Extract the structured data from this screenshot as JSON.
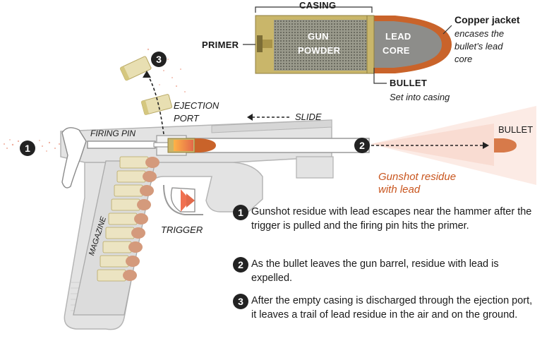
{
  "labels": {
    "casing": "CASING",
    "primer": "PRIMER",
    "gun_powder_1": "GUN",
    "gun_powder_2": "POWDER",
    "lead_core_1": "LEAD",
    "lead_core_2": "CORE",
    "copper_jacket": "Copper jacket",
    "copper_jacket_desc_1": "encases the",
    "copper_jacket_desc_2": "bullet’s lead",
    "copper_jacket_desc_3": "core",
    "bullet_label": "BULLET",
    "bullet_desc": "Set into casing",
    "ejection_port_1": "EJECTION",
    "ejection_port_2": "PORT",
    "slide": "SLIDE",
    "firing_pin": "FIRING PIN",
    "bullet_right": "BULLET",
    "gsr_1": "Gunshot residue",
    "gsr_2": "with lead",
    "trigger": "TRIGGER",
    "magazine": "MAGAZINE"
  },
  "markers": [
    "1",
    "2",
    "3"
  ],
  "steps": [
    {
      "number": "1",
      "text": "Gunshot residue with lead escapes near the hammer after the trigger is pulled and the firing pin hits the primer."
    },
    {
      "number": "2",
      "text": "As the bullet leaves the gun barrel, residue with lead is expelled."
    },
    {
      "number": "3",
      "text": "After the empty casing is discharged through the ejection port, it leaves a trail of lead residue in the air and on the ground."
    }
  ],
  "colors": {
    "casing": "#c9b66a",
    "powder": "#8a8a7a",
    "lead": "#8d8d8a",
    "copper": "#c9632a",
    "gun_body": "#e3e3e3",
    "gun_outline": "#b5b5b5",
    "residue": "#e2694a",
    "accent_text": "#c9561f"
  }
}
